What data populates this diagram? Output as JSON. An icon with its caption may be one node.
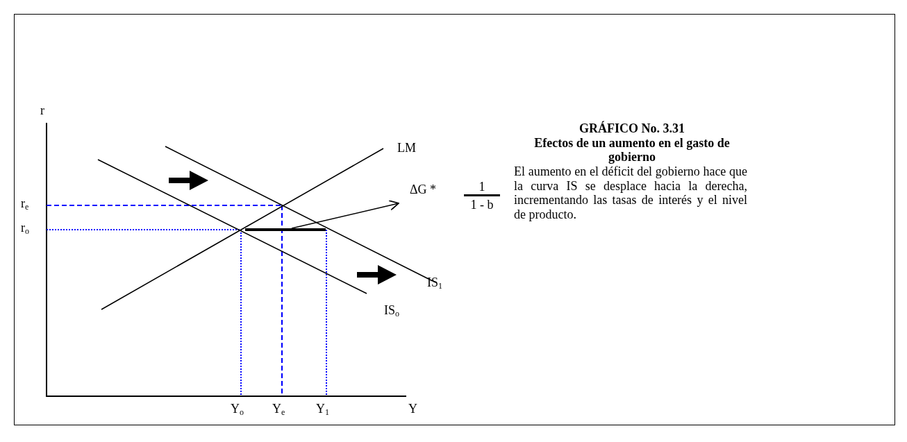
{
  "diagram": {
    "title": "GRÁFICO No.  3.31",
    "caption": "El aumento en el déficit del gobierno hace que la curva IS se desplace hacia la derecha, incrementando las tasas de interés y el nivel de producto.",
    "nodes": [
      {
        "text": [
          "ΔG *",
          "1",
          "1 - b"
        ]
      },
      {
        "text": [],
        "shape": "bar"
      }
    ],
    "edges": [
      {
        "from": 1,
        "to": 0,
        "arrow": "to"
      }
    ],
    "labels": [
      "r",
      "LM",
      "Efectos de un aumento en el gasto de gobierno",
      "r$_{e}$",
      "r$_{o}$",
      "IS$_{1}$",
      "IS$_{o}$",
      "Y$_{o}$",
      "Y$_{e}$",
      "Y$_{1}$",
      "Y"
    ]
  }
}
